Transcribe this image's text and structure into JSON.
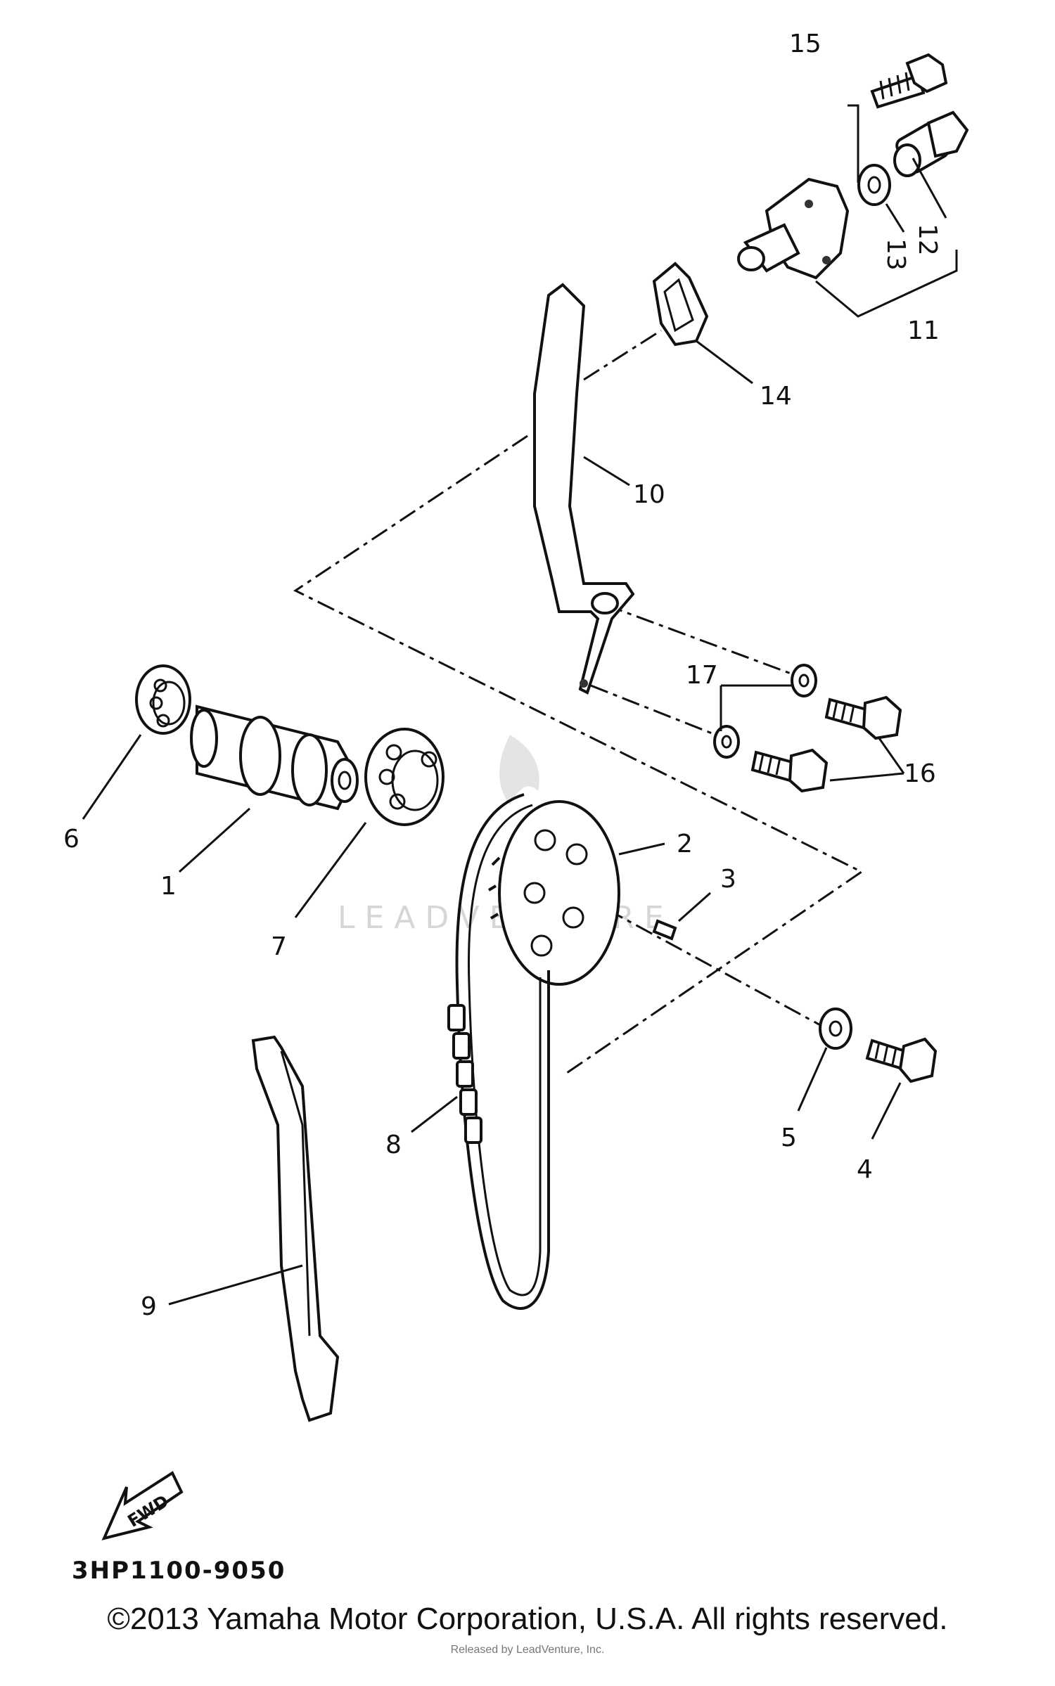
{
  "parts": [
    "1",
    "2",
    "3",
    "4",
    "5",
    "6",
    "7",
    "8",
    "9",
    "10",
    "11",
    "12",
    "13",
    "14",
    "15",
    "16",
    "17"
  ],
  "diagram_code": "3HP1100-9050",
  "fwd_label": "FWD",
  "watermark": "LEADVENTURE",
  "copyright": "©2013 Yamaha Motor Corporation, U.S.A. All rights reserved.",
  "overlay_text": "Released by LeadVenture, Inc."
}
